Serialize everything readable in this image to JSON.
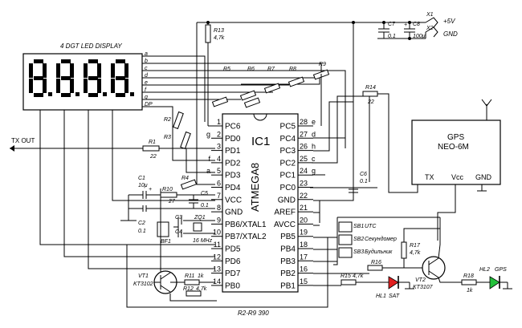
{
  "display": {
    "title": "4 DGT LED DISPLAY",
    "pins": [
      "a",
      "b",
      "c",
      "d",
      "e",
      "f",
      "g",
      "DP"
    ],
    "digits": "8.8.8.8."
  },
  "tx_out": "TX OUT",
  "ic1": {
    "name": "IC1",
    "part": "ATMEGA8",
    "left_pins": [
      {
        "n": "1",
        "name": "PC6"
      },
      {
        "n": "2",
        "name": "PD0"
      },
      {
        "n": "3",
        "name": "PD1"
      },
      {
        "n": "4",
        "name": "PD2"
      },
      {
        "n": "5",
        "name": "PD3"
      },
      {
        "n": "6",
        "name": "PD4"
      },
      {
        "n": "7",
        "name": "VCC"
      },
      {
        "n": "8",
        "name": "GND"
      },
      {
        "n": "9",
        "name": "PB6/XTAL1"
      },
      {
        "n": "10",
        "name": "PB7/XTAL2"
      },
      {
        "n": "11",
        "name": "PD5"
      },
      {
        "n": "12",
        "name": "PD6"
      },
      {
        "n": "13",
        "name": "PD7"
      },
      {
        "n": "14",
        "name": "PB0"
      }
    ],
    "right_pins": [
      {
        "n": "28",
        "name": "PC5"
      },
      {
        "n": "27",
        "name": "PC4"
      },
      {
        "n": "26",
        "name": "PC3"
      },
      {
        "n": "25",
        "name": "PC2"
      },
      {
        "n": "24",
        "name": "PC1"
      },
      {
        "n": "23",
        "name": "PC0"
      },
      {
        "n": "22",
        "name": "GND"
      },
      {
        "n": "21",
        "name": "AREF"
      },
      {
        "n": "20",
        "name": "AVCC"
      },
      {
        "n": "19",
        "name": "PB5"
      },
      {
        "n": "18",
        "name": "PB4"
      },
      {
        "n": "17",
        "name": "PB3"
      },
      {
        "n": "16",
        "name": "PB2"
      },
      {
        "n": "15",
        "name": "PB1"
      }
    ],
    "left_seg": [
      "",
      "g",
      "",
      "f",
      "a",
      "",
      "",
      "",
      "",
      "",
      "",
      "",
      "",
      ""
    ],
    "right_seg": [
      "e",
      "d",
      "h",
      "c",
      "g",
      "",
      "",
      "",
      "",
      "",
      "",
      "",
      "",
      ""
    ]
  },
  "gps": {
    "title": "GPS",
    "model": "NEO-6M",
    "tx": "TX",
    "vcc": "Vcc",
    "gnd": "GND"
  },
  "power": {
    "x1": "X1",
    "x2": "X2",
    "vplus": "+5V",
    "gnd": "GND",
    "c7": "C7",
    "c7v": "0.1",
    "c8": "C8",
    "c8v": "100μ"
  },
  "resistors": {
    "r13": "R13",
    "r13v": "4,7k",
    "r5": "R5",
    "r6": "R6",
    "r7": "R7",
    "r8": "R8",
    "r9": "R9",
    "r14": "R14",
    "r14v": "22",
    "r1": "R1",
    "r1v": "22",
    "r2": "R2",
    "r3": "R3",
    "r4": "R4",
    "r10": "R10",
    "r10v": "27",
    "r11": "R11",
    "r11v": "1k",
    "r12": "R12",
    "r12v": "4,7k",
    "r15": "R15",
    "r15v": "4,7k",
    "r16": "R16",
    "r17": "R17",
    "r17v": "4,7k",
    "r18": "R18",
    "r18v": "1k"
  },
  "caps": {
    "c1": "C1",
    "c1v": "10μ",
    "c2": "C2",
    "c2v": "0.1",
    "c3": "C3",
    "c4": "C4",
    "c5": "C5",
    "c5v": "0.1",
    "c6": "C6",
    "c6v": "0.1",
    "plus": "+"
  },
  "xtal": {
    "name": "ZQ1",
    "freq": "16 MHz"
  },
  "buzzer": "BF1",
  "switches": {
    "sb1": "SB1",
    "sb1l": "UTC",
    "sb2": "SB2",
    "sb2l": "Секундомер",
    "sb3": "SB3",
    "sb3l": "Будильник"
  },
  "transistors": {
    "vt1": "VT1",
    "vt1p": "KT3102",
    "vt2": "VT2",
    "vt2p": "KT3107"
  },
  "leds": {
    "hl1": "HL1",
    "hl1l": "SAT",
    "hl2": "HL2",
    "hl2l": "GPS"
  },
  "footnote": "R2-R9 390"
}
